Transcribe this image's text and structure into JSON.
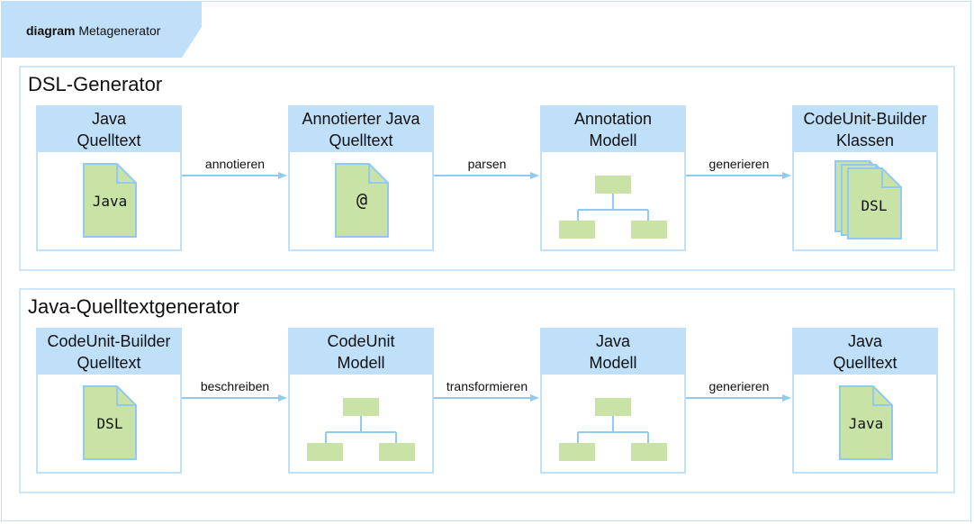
{
  "diagram": {
    "keyword": "diagram",
    "name": "Metagenerator",
    "groups": [
      {
        "title": "DSL-Generator",
        "nodes": [
          {
            "title": "Java\nQuelltext",
            "icon": "file-icon",
            "icon_text": "Java"
          },
          {
            "title": "Annotierter Java\nQuelltext",
            "icon": "file-icon",
            "icon_text": "@"
          },
          {
            "title": "Annotation\nModell",
            "icon": "tree-icon",
            "icon_text": ""
          },
          {
            "title": "CodeUnit-Builder\nKlassen",
            "icon": "stacked-files-icon",
            "icon_text": "DSL"
          }
        ],
        "edges": [
          "annotieren",
          "parsen",
          "generieren"
        ]
      },
      {
        "title": "Java-Quelltextgenerator",
        "nodes": [
          {
            "title": "CodeUnit-Builder\nQuelltext",
            "icon": "file-icon",
            "icon_text": "DSL"
          },
          {
            "title": "CodeUnit\nModell",
            "icon": "tree-icon",
            "icon_text": ""
          },
          {
            "title": "Java\nModell",
            "icon": "tree-icon",
            "icon_text": ""
          },
          {
            "title": "Java\nQuelltext",
            "icon": "file-icon",
            "icon_text": "Java"
          }
        ],
        "edges": [
          "beschreiben",
          "transformieren",
          "generieren"
        ]
      }
    ]
  },
  "colors": {
    "header_fill": "#bfe0f8",
    "border": "#bfe0f8",
    "doc_fill": "#c9e3a6",
    "doc_stroke": "#90caf0",
    "arrow": "#90caf0"
  }
}
